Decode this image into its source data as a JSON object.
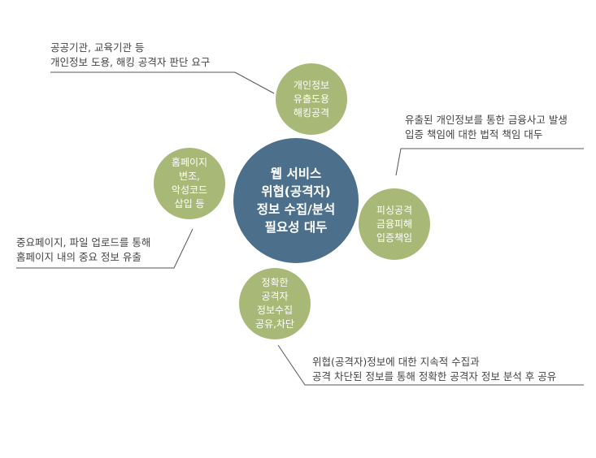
{
  "colors": {
    "center_fill": "#4c6f8b",
    "outer_fill": "#a8b877",
    "line": "#555555"
  },
  "center": {
    "lines": [
      "웹 서비스",
      "위협(공격자)",
      "정보 수집/분석",
      "필요성 대두"
    ]
  },
  "nodes": [
    {
      "id": "top",
      "lines": [
        "개인정보",
        "유출도용",
        "해킹공격"
      ],
      "callout": [
        "공공기관, 교육기관 등",
        "개인정보 도용, 해킹 공격자 판단 요구"
      ]
    },
    {
      "id": "left",
      "lines": [
        "홈페이지",
        "변조,",
        "악성코드",
        "삽입 등"
      ],
      "callout": [
        "중요페이지, 파일 업로드를 통해",
        "홈페이지 내의 중요 정보 유출"
      ]
    },
    {
      "id": "right",
      "lines": [
        "피싱공격",
        "금융피해",
        "입증책임"
      ],
      "callout": [
        "유출된 개인정보를 통한 금융사고 발생",
        "입증 책임에 대한 법적 책임 대두"
      ]
    },
    {
      "id": "bottom",
      "lines": [
        "정확한",
        "공격자",
        "정보수집",
        "공유,차단"
      ],
      "callout": [
        "위협(공격자)정보에 대한 지속적 수집과",
        "공격 차단된 정보를 통해 정확한 공격자 정보 분석 후 공유"
      ]
    }
  ]
}
